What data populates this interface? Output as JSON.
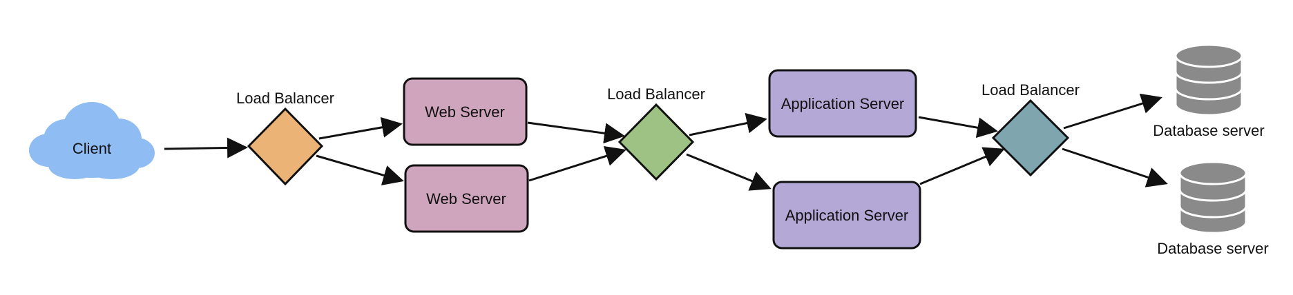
{
  "diagram": {
    "client": {
      "label": "Client",
      "color": "#8fbcf2"
    },
    "load_balancers": [
      {
        "label": "Load Balancer",
        "color": "#ecb376"
      },
      {
        "label": "Load Balancer",
        "color": "#9dc283"
      },
      {
        "label": "Load Balancer",
        "color": "#7fa6ae"
      }
    ],
    "web_servers": [
      {
        "label": "Web Server",
        "color": "#cfa5bd"
      },
      {
        "label": "Web Server",
        "color": "#cfa5bd"
      }
    ],
    "app_servers": [
      {
        "label": "Application Server",
        "color": "#b3a8d6"
      },
      {
        "label": "Application Server",
        "color": "#b3a8d6"
      }
    ],
    "databases": [
      {
        "label": "Database server",
        "color": "#8a8a8a"
      },
      {
        "label": "Database server",
        "color": "#8a8a8a"
      }
    ]
  }
}
